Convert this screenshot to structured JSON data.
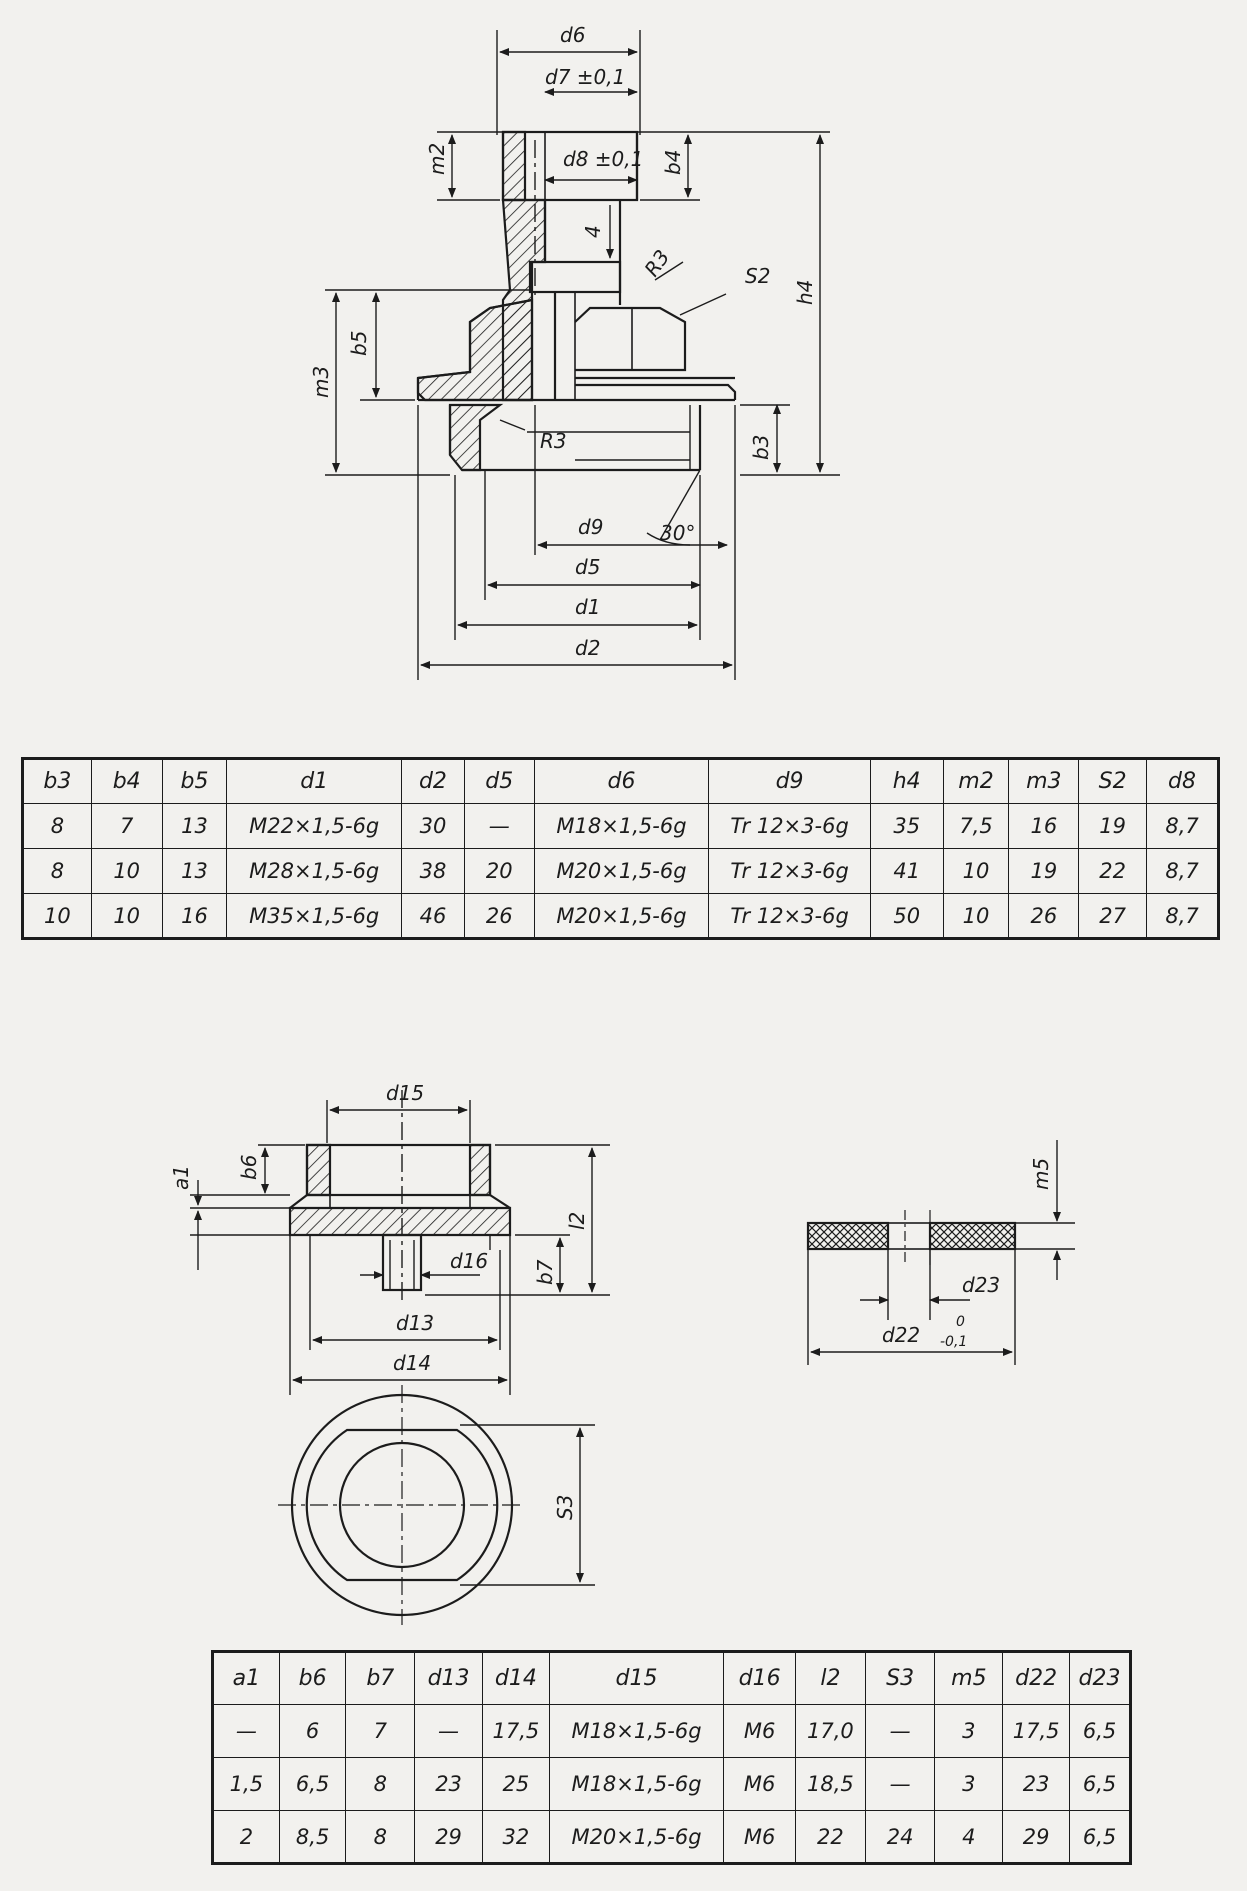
{
  "drawing1": {
    "labels": {
      "d6": "d6",
      "d7": "d7 ±0,1",
      "d8": "d8 ±0,1",
      "m2": "m2",
      "b4": "b4",
      "four": "4",
      "r3_top": "R3",
      "s2": "S2",
      "h4": "h4",
      "b5": "b5",
      "m3": "m3",
      "r3_bottom": "R3",
      "b3": "b3",
      "d9": "d9",
      "angle": "30°",
      "d5": "d5",
      "d1": "d1",
      "d2": "d2"
    }
  },
  "table1": {
    "headers": [
      "b3",
      "b4",
      "b5",
      "d1",
      "d2",
      "d5",
      "d6",
      "d9",
      "h4",
      "m2",
      "m3",
      "S2",
      "d8"
    ],
    "rows": [
      [
        "8",
        "7",
        "13",
        "M22×1,5-6g",
        "30",
        "—",
        "M18×1,5-6g",
        "Tr 12×3-6g",
        "35",
        "7,5",
        "16",
        "19",
        "8,7"
      ],
      [
        "8",
        "10",
        "13",
        "M28×1,5-6g",
        "38",
        "20",
        "M20×1,5-6g",
        "Tr 12×3-6g",
        "41",
        "10",
        "19",
        "22",
        "8,7"
      ],
      [
        "10",
        "10",
        "16",
        "M35×1,5-6g",
        "46",
        "26",
        "M20×1,5-6g",
        "Tr 12×3-6g",
        "50",
        "10",
        "26",
        "27",
        "8,7"
      ]
    ]
  },
  "drawing2": {
    "labels": {
      "d15": "d15",
      "a1": "a1",
      "b6": "b6",
      "l2": "l2",
      "d16": "d16",
      "b7": "b7",
      "d13": "d13",
      "d14": "d14",
      "s3": "S3"
    }
  },
  "drawing3": {
    "labels": {
      "m5": "m5",
      "d23": "d23",
      "d22": "d22",
      "d22_tol_upper": "0",
      "d22_tol_lower": "-0,1"
    }
  },
  "table2": {
    "headers": [
      "a1",
      "b6",
      "b7",
      "d13",
      "d14",
      "d15",
      "d16",
      "l2",
      "S3",
      "m5",
      "d22",
      "d23"
    ],
    "rows": [
      [
        "—",
        "6",
        "7",
        "—",
        "17,5",
        "M18×1,5-6g",
        "M6",
        "17,0",
        "—",
        "3",
        "17,5",
        "6,5"
      ],
      [
        "1,5",
        "6,5",
        "8",
        "23",
        "25",
        "M18×1,5-6g",
        "M6",
        "18,5",
        "—",
        "3",
        "23",
        "6,5"
      ],
      [
        "2",
        "8,5",
        "8",
        "29",
        "32",
        "M20×1,5-6g",
        "M6",
        "22",
        "24",
        "4",
        "29",
        "6,5"
      ]
    ]
  }
}
